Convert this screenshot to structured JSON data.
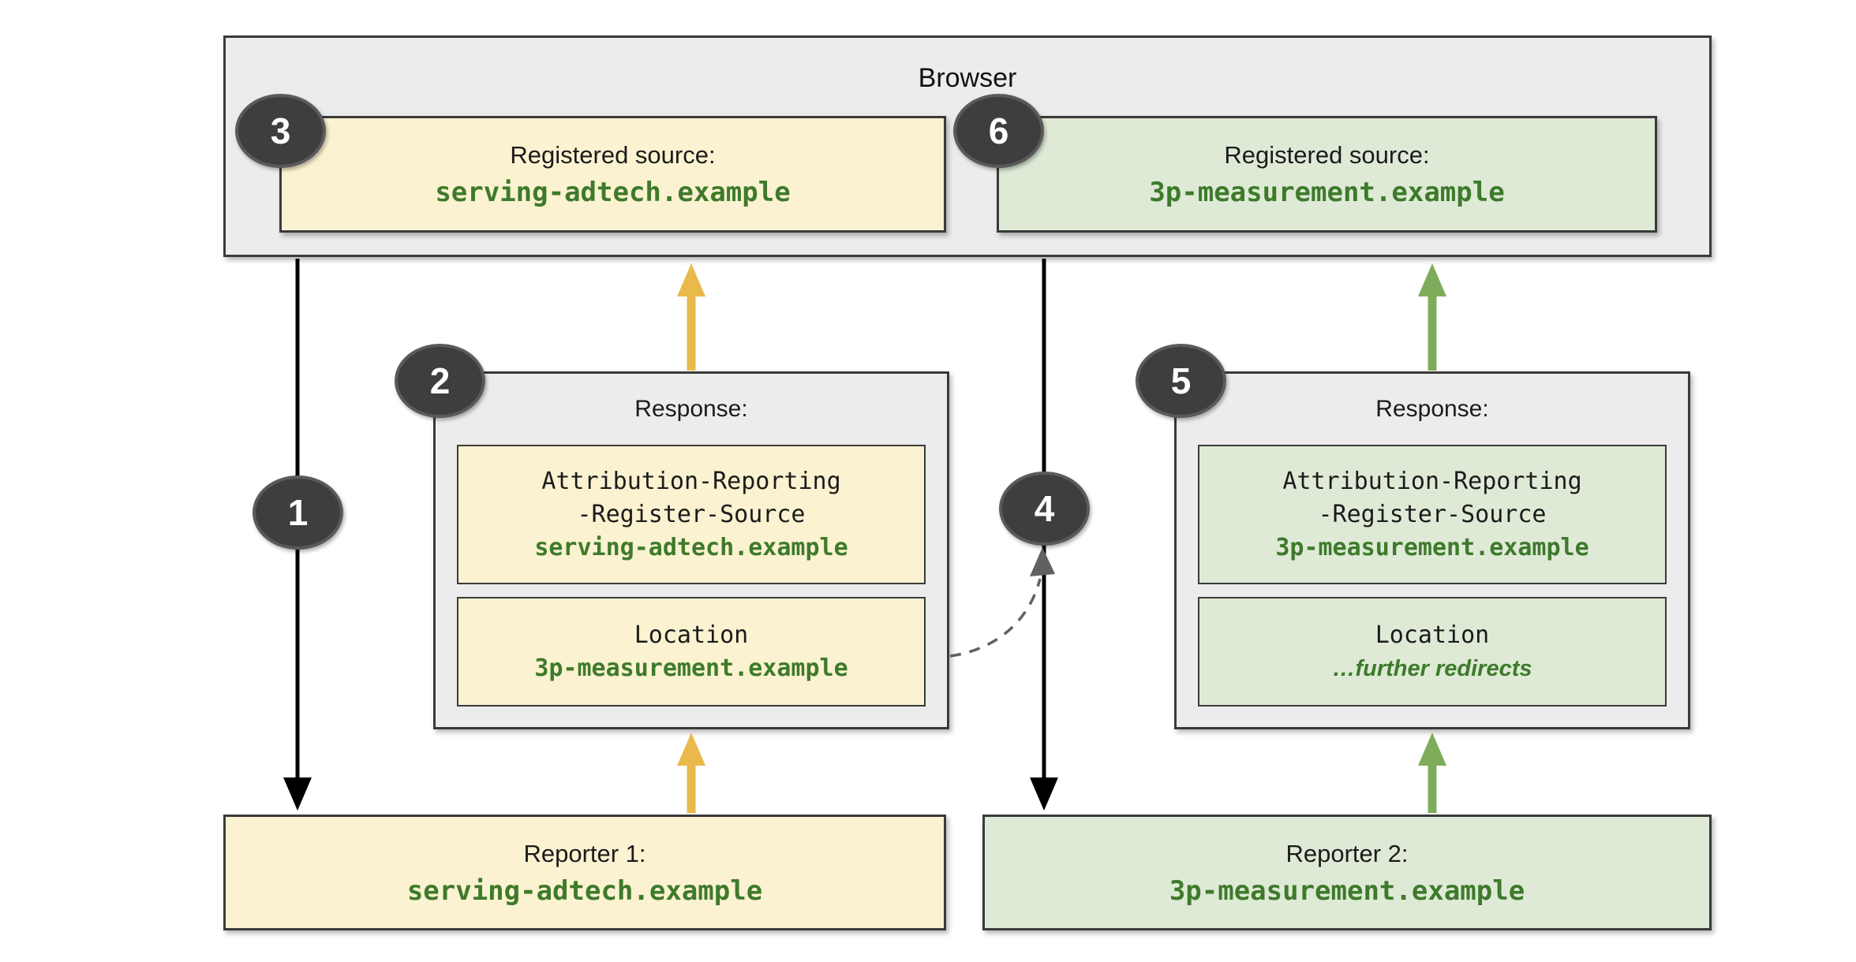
{
  "colors": {
    "gray_fill": "#ececec",
    "yellow_fill": "#faf2d0",
    "green_fill": "#deead6",
    "border": "#3a3a3a",
    "green_text": "#3e7a2b",
    "yellow_arrow": "#e9ba4b",
    "green_arrow": "#7eac5b",
    "black_arrow": "#000000",
    "dashed_arrow": "#616161",
    "badge_fill": "#3e3e3e",
    "badge_border": "#5a5a5a"
  },
  "browser": {
    "title": "Browser"
  },
  "steps": {
    "s1": "1",
    "s2": "2",
    "s3": "3",
    "s4": "4",
    "s5": "5",
    "s6": "6"
  },
  "registered_source_1": {
    "label": "Registered source:",
    "domain": "serving-adtech.example"
  },
  "registered_source_2": {
    "label": "Registered source:",
    "domain": "3p-measurement.example"
  },
  "response_1": {
    "title": "Response:",
    "header_line_1": "Attribution-Reporting",
    "header_line_2": "-Register-Source",
    "header_domain": "serving-adtech.example",
    "location_label": "Location",
    "location_value": "3p-measurement.example"
  },
  "response_2": {
    "title": "Response:",
    "header_line_1": "Attribution-Reporting",
    "header_line_2": "-Register-Source",
    "header_domain": "3p-measurement.example",
    "location_label": "Location",
    "location_value": "…further redirects"
  },
  "reporter_1": {
    "label": "Reporter 1:",
    "domain": "serving-adtech.example"
  },
  "reporter_2": {
    "label": "Reporter 2:",
    "domain": "3p-measurement.example"
  }
}
